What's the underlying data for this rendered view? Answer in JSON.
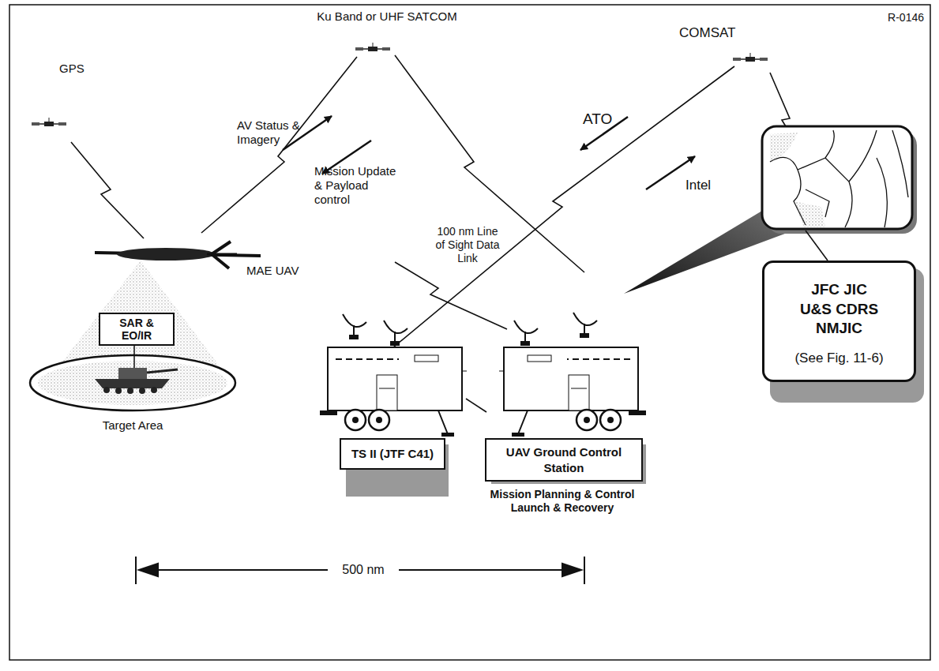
{
  "diagram": {
    "nodes": [
      {
        "text": [
          "SAR & EO/IR"
        ]
      },
      {
        "text": [
          "TS II (JTF C41)"
        ]
      },
      {
        "text": [
          "UAV Ground Control Station"
        ]
      },
      {
        "text": [
          "JFC JIC U&S CDRS NMJIC",
          "(See Fig. 11-6)"
        ]
      }
    ],
    "labels": [
      "R-0146",
      "Ku Band or UHF SATCOM",
      "COMSAT",
      "GPS",
      "AV Status & Imagery",
      "Mission Update & Payload control",
      "ATO",
      "Intel",
      "100 nm Line of Sight Data Link",
      "MAE UAV",
      "Target Area",
      "Mission Planning & Control Launch & Recovery",
      "500 nm"
    ]
  }
}
